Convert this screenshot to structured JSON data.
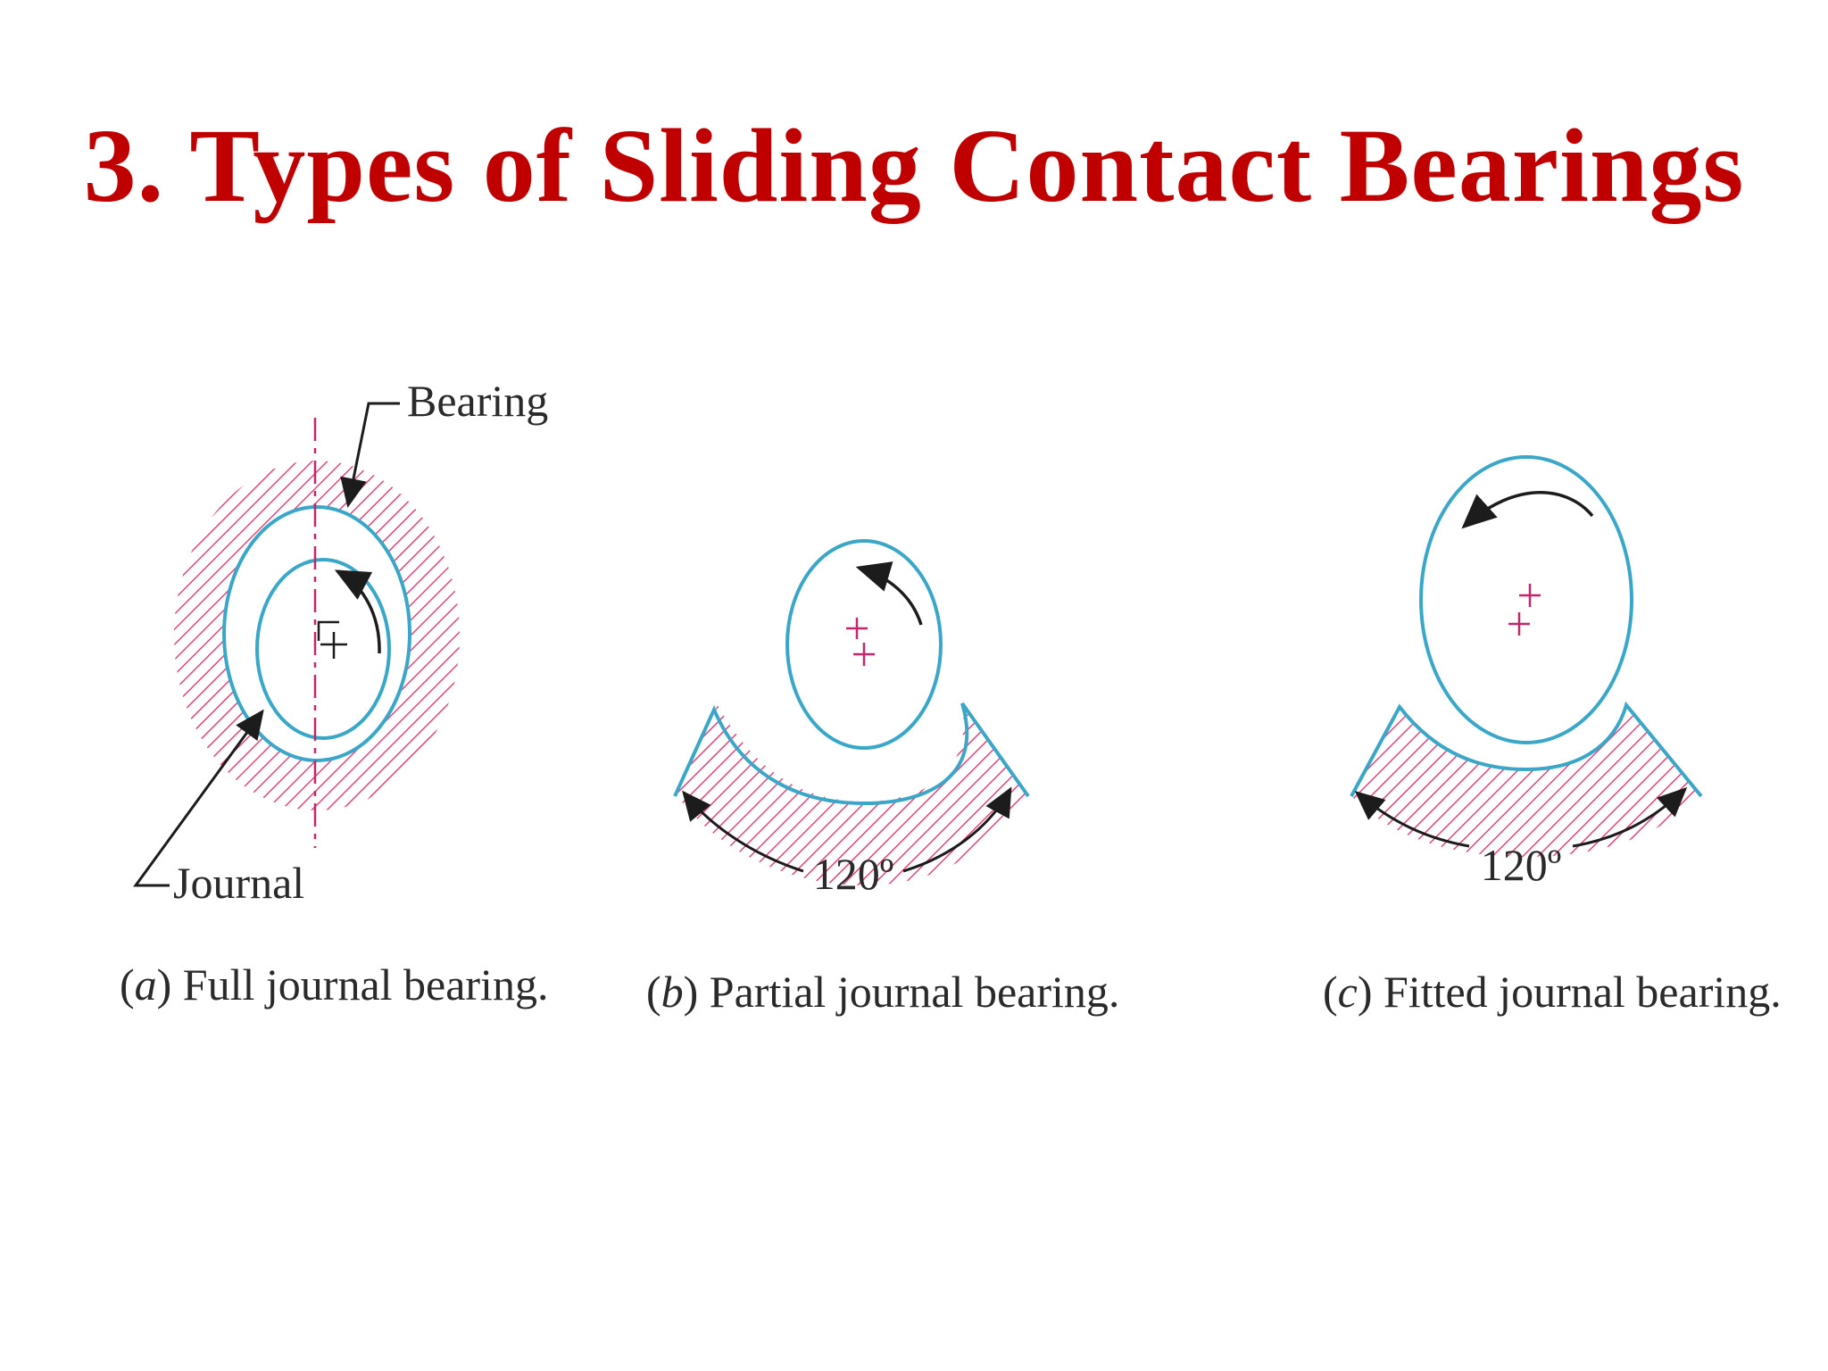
{
  "slide": {
    "title": "3. Types of Sliding Contact Bearings"
  },
  "figure_a": {
    "label_bearing": "Bearing",
    "label_journal": "Journal",
    "caption_prefix": "(",
    "caption_letter": "a",
    "caption_text": ") Full journal bearing."
  },
  "figure_b": {
    "angle_label": "120º",
    "caption_prefix": "(",
    "caption_letter": "b",
    "caption_text": ") Partial journal bearing."
  },
  "figure_c": {
    "angle_label": "120º",
    "caption_prefix": "(",
    "caption_letter": "c",
    "caption_text": ") Fitted journal bearing."
  },
  "colors": {
    "title": "#c00000",
    "outline": "#3aa7c9",
    "hatch": "#e0457b",
    "centerline": "#c4266c",
    "ink": "#2a2a2a"
  }
}
